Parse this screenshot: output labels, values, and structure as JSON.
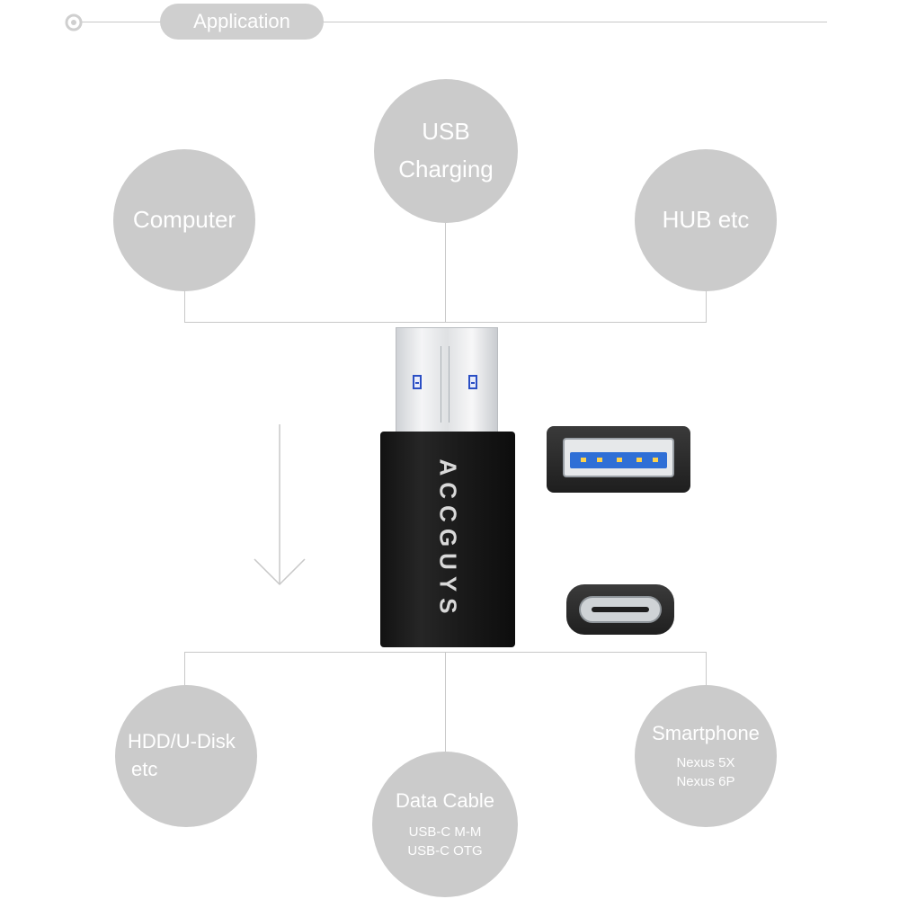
{
  "header": {
    "title": "Application"
  },
  "top_devices": [
    {
      "lines": [
        "Computer"
      ]
    },
    {
      "lines": [
        "USB",
        "Charging"
      ]
    },
    {
      "lines": [
        "HUB etc"
      ]
    }
  ],
  "bottom_devices": [
    {
      "lines": [
        "HDD/U-Disk",
        "etc"
      ]
    },
    {
      "title": "Data Cable",
      "sub": [
        "USB-C M-M",
        "USB-C OTG"
      ]
    },
    {
      "title": "Smartphone",
      "sub": [
        "Nexus 5X",
        "Nexus 6P"
      ]
    }
  ],
  "product": {
    "brand": "ACCGUYS"
  },
  "icons": [
    "circle-dot-icon",
    "down-arrow-icon"
  ],
  "colors": {
    "circle": "#cbcbcb",
    "text": "#ffffff",
    "line": "#c8c8c8",
    "usb3_blue": "#2f6fd6"
  }
}
